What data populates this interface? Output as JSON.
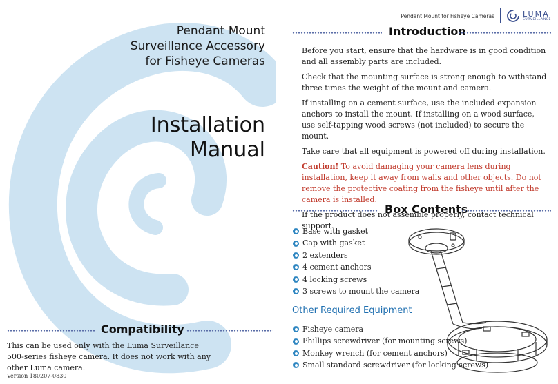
{
  "header": {
    "doc_title": "Pendant Mount for Fisheye Cameras",
    "logo": {
      "brand": "LUMA",
      "tagline": "SURVEILLANCE",
      "icon": "luma-logo-icon"
    }
  },
  "cover": {
    "subtitle_lines": [
      "Pendant Mount",
      "Surveillance Accessory",
      "for Fisheye Cameras"
    ],
    "title_lines": [
      "Installation",
      "Manual"
    ]
  },
  "compatibility": {
    "heading": "Compatibility",
    "text": "This can be used only with the Luma Surveillance 500-series fisheye camera. It does not work with any other Luma camera."
  },
  "version": "Version 180207-0830",
  "introduction": {
    "heading": "Introduction",
    "paragraphs": [
      "Before you start, ensure that the hardware is in good condition and all assembly parts are included.",
      "Check that the mounting surface is strong enough to withstand three times the weight of the mount and camera.",
      "If installing on a cement surface, use the included expansion anchors to install the mount. If installing on a wood surface, use self-tapping wood screws (not included) to secure the mount.",
      "Take care that all equipment is powered off during installation."
    ],
    "caution_label": "Caution!",
    "caution_text": " To avoid damaging your camera lens during installation, keep it away from walls and other objects. Do not remove the protective coating from the fisheye until after the camera is installed.",
    "closing": "If the product does not assemble properly, contact technical support."
  },
  "box_contents": {
    "heading": "Box Contents",
    "items": [
      "Base with gasket",
      "Cap with gasket",
      "2 extenders",
      "4 cement anchors",
      "4 locking screws",
      "3 screws to mount the camera"
    ]
  },
  "other_equipment": {
    "heading": "Other Required Equipment",
    "items": [
      "Fisheye camera",
      "Phillips screwdriver (for mounting screws)",
      "Monkey wrench (for cement anchors)",
      "Small standard screwdriver (for locking screws)"
    ]
  },
  "colors": {
    "accent_blue": "#3a4f8f",
    "swirl": "#cde3f2",
    "caution_red": "#c0392b",
    "subheading_blue": "#1f6fb0"
  }
}
